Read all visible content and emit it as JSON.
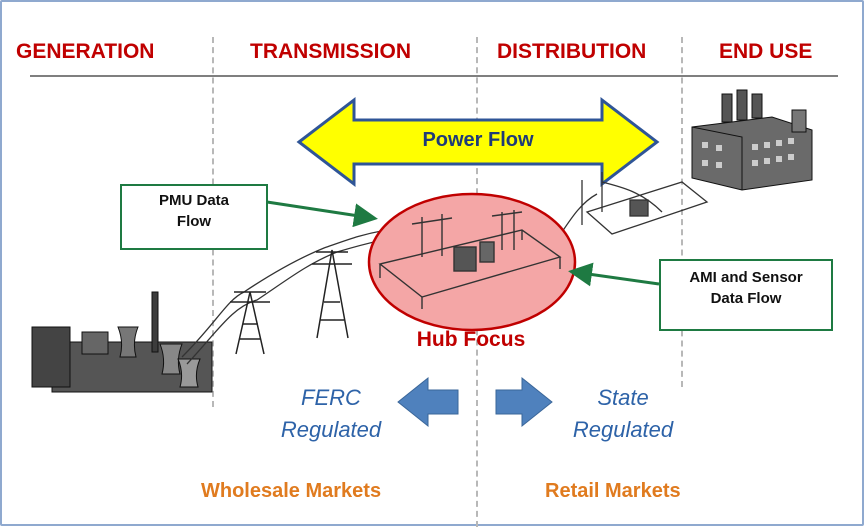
{
  "headers": {
    "generation": "GENERATION",
    "transmission": "TRANSMISSION",
    "distribution": "DISTRIBUTION",
    "end_use": "END USE"
  },
  "power_flow": "Power Flow",
  "pmu_box": {
    "line1": "PMU Data",
    "line2": "Flow"
  },
  "ami_box": {
    "line1": "AMI and Sensor",
    "line2": "Data Flow"
  },
  "hub_label": "Hub Focus",
  "ferc": {
    "line1": "FERC",
    "line2": "Regulated"
  },
  "state": {
    "line1": "State",
    "line2": "Regulated"
  },
  "markets": {
    "wholesale": "Wholesale Markets",
    "retail": "Retail Markets"
  },
  "colors": {
    "header_red": "#c00000",
    "arrow_yellow": "#ffff00",
    "box_green": "#1e7a42",
    "hub_pink": "#f4a6a6",
    "reg_blue": "#2e63a8",
    "market_orange": "#e07b1f"
  },
  "icons": [
    "power-plant-icon",
    "transmission-tower-icon",
    "substation-icon",
    "factory-icon"
  ]
}
